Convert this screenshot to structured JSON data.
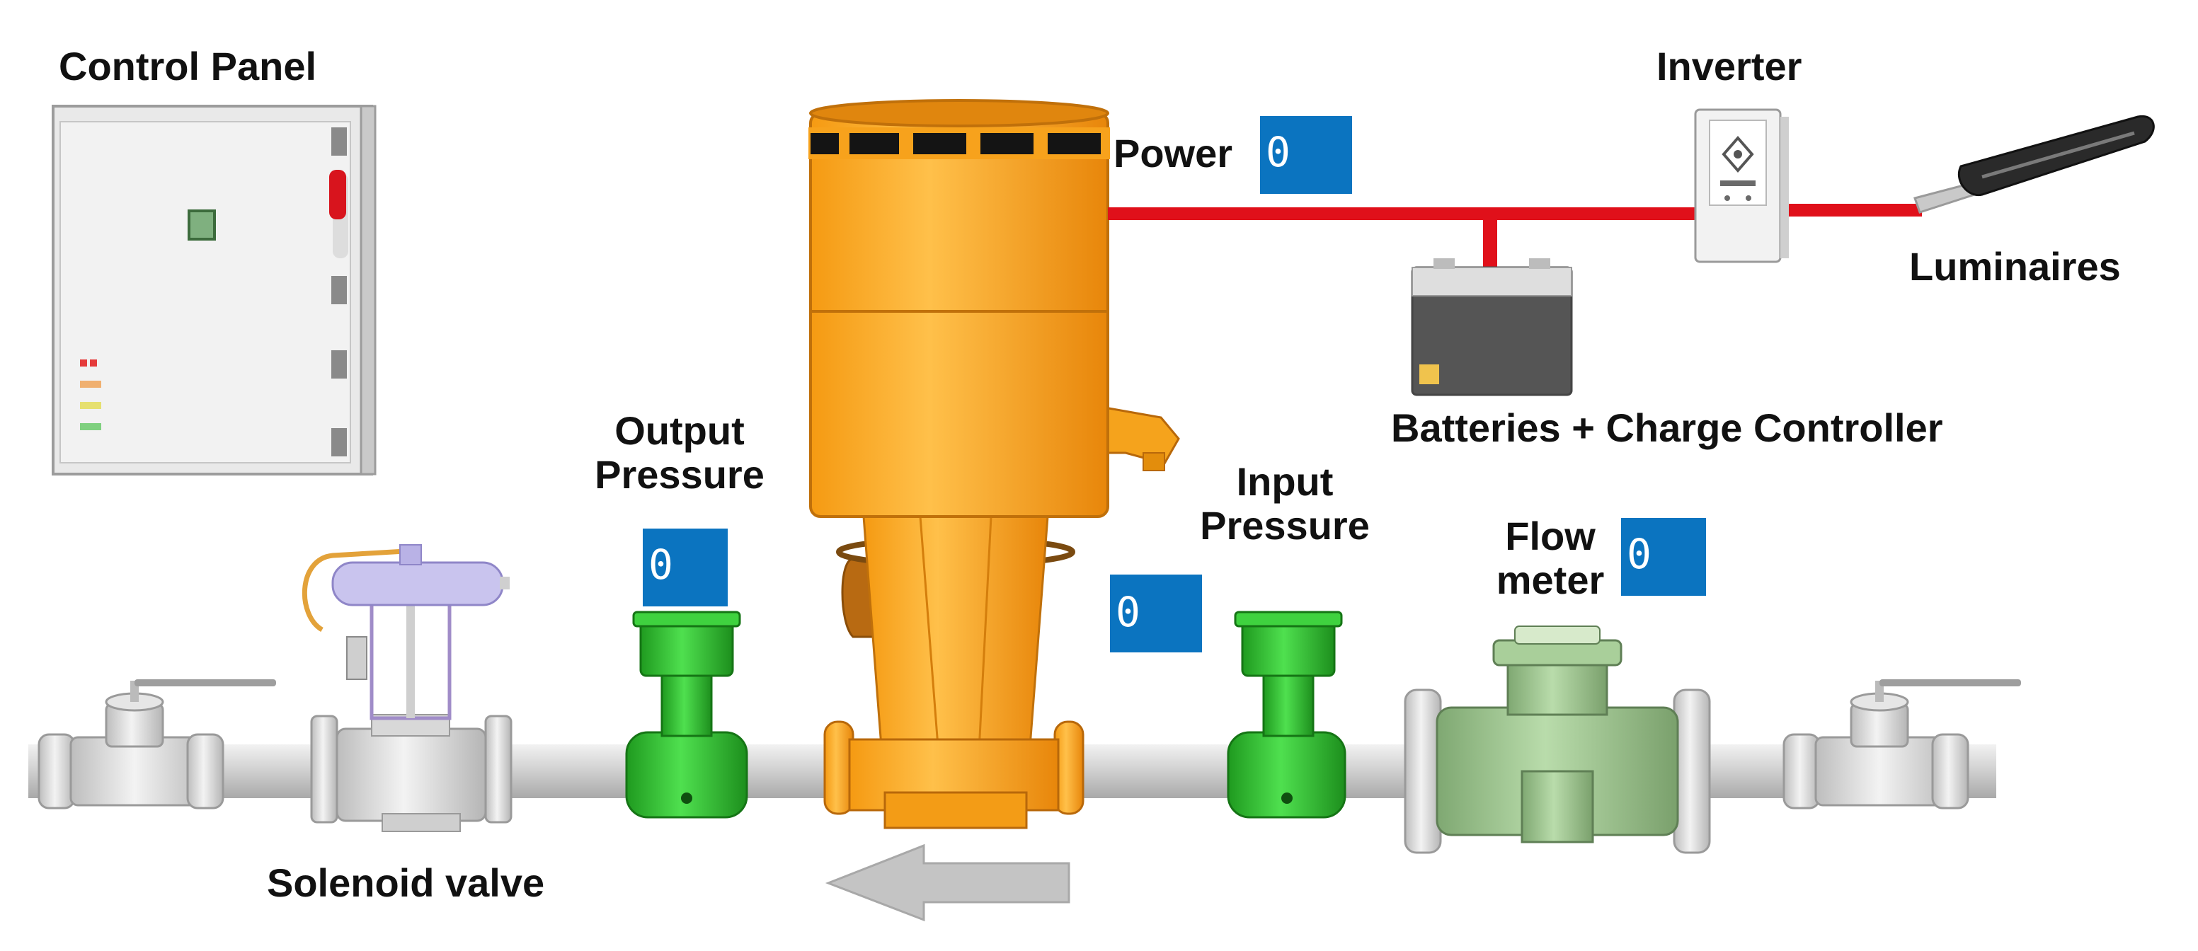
{
  "labels": {
    "control_panel": "Control Panel",
    "power": "Power",
    "inverter": "Inverter",
    "luminaires": "Luminaires",
    "batteries": "Batteries + Charge Controller",
    "output_pressure_1": "Output",
    "output_pressure_2": "Pressure",
    "input_pressure_1": "Input",
    "input_pressure_2": "Pressure",
    "flow_meter_1": "Flow",
    "flow_meter_2": "meter",
    "solenoid_valve": "Solenoid valve"
  },
  "readouts": {
    "power": "0",
    "output_pressure": "0",
    "input_pressure": "0",
    "flow_meter": "0"
  },
  "colors": {
    "readout_bg": "#0b74c0",
    "cable": "#e0101a",
    "turbine": "#f7a21c",
    "sensor_green": "#2fc22f",
    "flow_meter_green": "#9cc48e",
    "pipe": "#d9d9d9"
  },
  "flow_direction": "right-to-left"
}
